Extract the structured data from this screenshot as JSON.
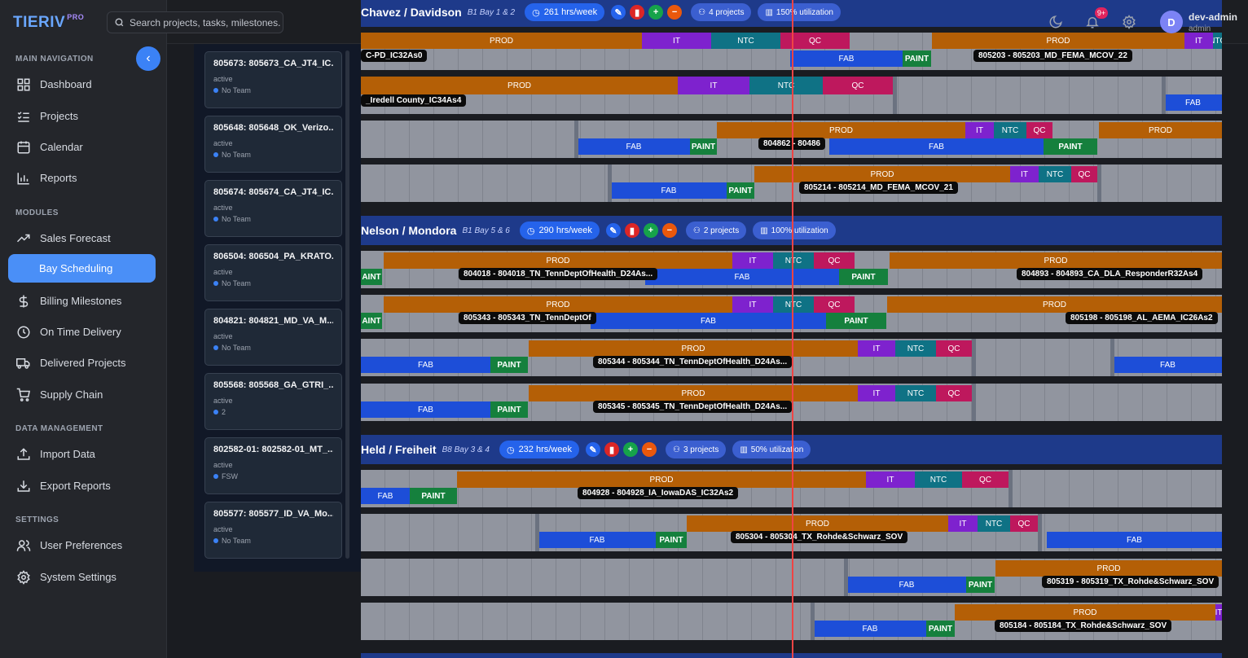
{
  "app": {
    "brand": "TIERIV",
    "brand_suffix": "PRO"
  },
  "search": {
    "placeholder": "Search projects, tasks, milestones..."
  },
  "user": {
    "initial": "D",
    "name": "dev-admin",
    "role": "admin",
    "notifications": "9+"
  },
  "nav": {
    "main_label": "MAIN NAVIGATION",
    "main": [
      {
        "label": "Dashboard",
        "icon": "dashboard-icon"
      },
      {
        "label": "Projects",
        "icon": "list-check-icon"
      },
      {
        "label": "Calendar",
        "icon": "calendar-icon"
      },
      {
        "label": "Reports",
        "icon": "bar-chart-icon"
      }
    ],
    "modules_label": "MODULES",
    "modules": [
      {
        "label": "Sales Forecast",
        "icon": "trend-icon"
      },
      {
        "label": "Bay Scheduling",
        "icon": "none"
      },
      {
        "label": "Billing Milestones",
        "icon": "dollar-icon"
      },
      {
        "label": "On Time Delivery",
        "icon": "clock-icon"
      },
      {
        "label": "Delivered Projects",
        "icon": "truck-icon"
      },
      {
        "label": "Supply Chain",
        "icon": "cart-icon"
      }
    ],
    "data_label": "DATA MANAGEMENT",
    "data": [
      {
        "label": "Import Data",
        "icon": "upload-icon"
      },
      {
        "label": "Export Reports",
        "icon": "download-icon"
      }
    ],
    "settings_label": "SETTINGS",
    "settings": [
      {
        "label": "User Preferences",
        "icon": "users-icon"
      },
      {
        "label": "System Settings",
        "icon": "gear-icon"
      }
    ]
  },
  "projects": [
    {
      "title": "805673: 805673_CA_JT4_IC...",
      "status": "active",
      "team": "No Team"
    },
    {
      "title": "805648: 805648_OK_Verizo...",
      "status": "active",
      "team": "No Team"
    },
    {
      "title": "805674: 805674_CA_JT4_IC...",
      "status": "active",
      "team": "No Team"
    },
    {
      "title": "806504: 806504_PA_KRATO...",
      "status": "active",
      "team": "No Team"
    },
    {
      "title": "804821: 804821_MD_VA_M...",
      "status": "active",
      "team": "No Team"
    },
    {
      "title": "805568: 805568_GA_GTRI_...",
      "status": "active",
      "team": "2"
    },
    {
      "title": "802582-01: 802582-01_MT_...",
      "status": "active",
      "team": "FSW"
    },
    {
      "title": "805577: 805577_ID_VA_Mo...",
      "status": "active",
      "team": "No Team"
    }
  ],
  "bays": [
    {
      "name": "Chavez / Davidson",
      "sub": "B1 Bay 1 & 2",
      "hours": "261 hrs/week",
      "projects": "4 projects",
      "util": "150% utilization"
    },
    {
      "name": "Nelson / Mondora",
      "sub": "B1 Bay 5 & 6",
      "hours": "290 hrs/week",
      "projects": "2 projects",
      "util": "100% utilization"
    },
    {
      "name": "Held / Freiheit",
      "sub": "B8 Bay 3 & 4",
      "hours": "232 hrs/week",
      "projects": "3 projects",
      "util": "50% utilization"
    }
  ],
  "phases": {
    "prod": "PROD",
    "it": "IT",
    "ntc": "NTC",
    "qc": "QC",
    "fab": "FAB",
    "paint": "PAINT",
    "paint_cut": "PAINT",
    "paint_cut2": "AINT"
  },
  "labels": [
    "C-PD_IC32As0",
    "805203 - 805203_MD_FEMA_MCOV_22",
    "_Iredell County_IC34As4",
    "804862 - 80486",
    "805214 - 805214_MD_FEMA_MCOV_21",
    "804018 - 804018_TN_TennDeptOfHealth_D24As...",
    "804893 - 804893_CA_DLA_ResponderR32As4",
    "805343 - 805343_TN_TennDeptOf",
    "805198 - 805198_AL_AEMA_IC26As2",
    "805344 - 805344_TN_TennDeptOfHealth_D24As...",
    "805345 - 805345_TN_TennDeptOfHealth_D24As...",
    "804928 - 804928_IA_IowaDAS_IC32As2",
    "805304 - 805304_TX_Rohde&Schwarz_SOV",
    "805319 - 805319_TX_Rohde&Schwarz_SOV",
    "805184 - 805184_TX_Rohde&Schwarz_SOV"
  ]
}
